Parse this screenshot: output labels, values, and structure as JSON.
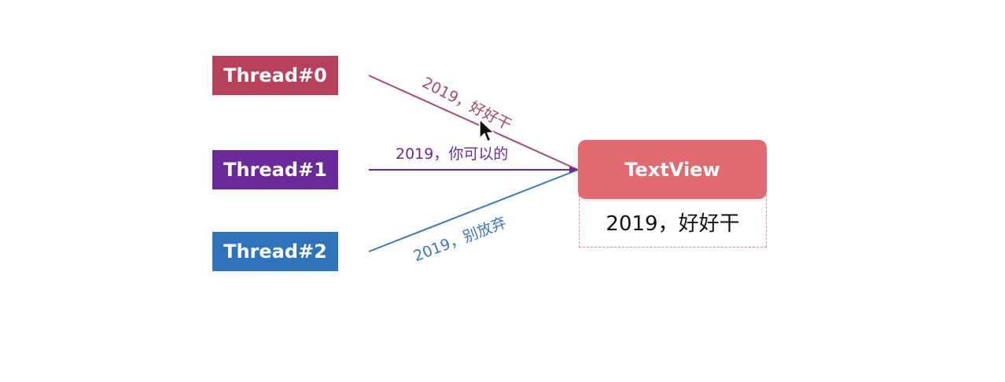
{
  "threads": [
    {
      "label": "Thread#0",
      "color": "#b94059",
      "message": "2019，好好干",
      "line_color": "#a44d64"
    },
    {
      "label": "Thread#1",
      "color": "#6a2a9b",
      "message": "2019，你可以的",
      "line_color": "#6a2a9b"
    },
    {
      "label": "Thread#2",
      "color": "#2f73ba",
      "message": "2019，别放弃",
      "line_color": "#3d79b6"
    }
  ],
  "target": {
    "label": "TextView",
    "color": "#e06a70",
    "output": "2019，好好干"
  },
  "cursor": {
    "icon": "mouse-pointer-icon"
  }
}
